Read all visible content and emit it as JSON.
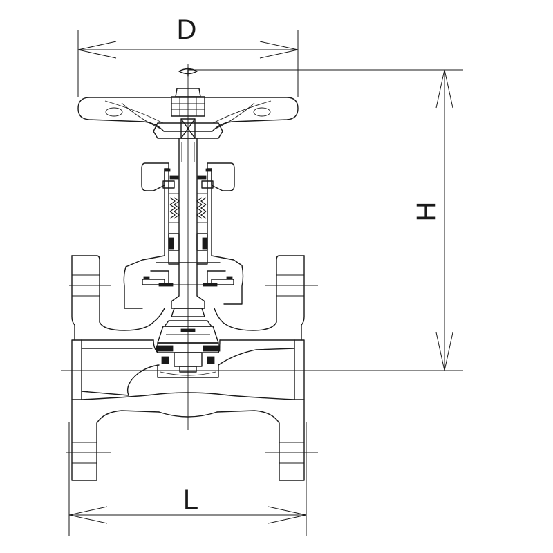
{
  "dimensions": {
    "diameter_label": "D",
    "height_label": "H",
    "length_label": "L"
  },
  "colors": {
    "line": "#1a1a1a",
    "background": "#ffffff"
  }
}
